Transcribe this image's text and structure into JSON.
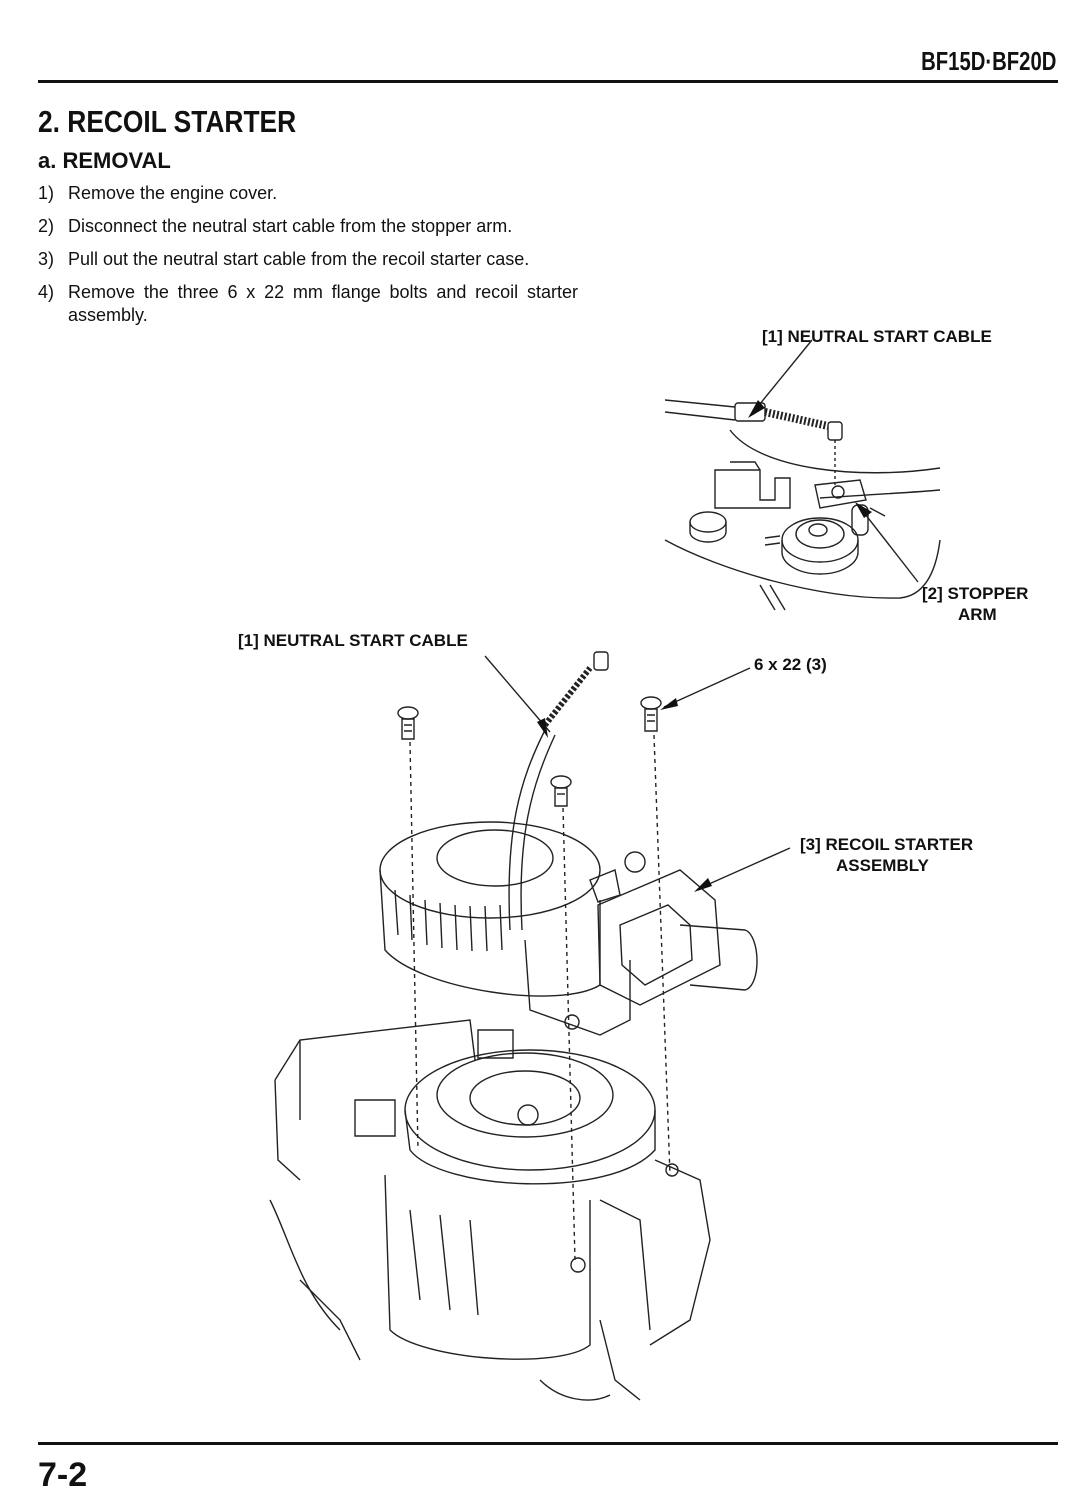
{
  "header": {
    "model": "BF15D·BF20D"
  },
  "section": {
    "title": "2. RECOIL STARTER",
    "subtitle": "a. REMOVAL"
  },
  "steps": [
    {
      "num": "1)",
      "text": "Remove the engine cover."
    },
    {
      "num": "2)",
      "text": "Disconnect the neutral start cable from the stopper arm."
    },
    {
      "num": "3)",
      "text": "Pull out the neutral start cable from the recoil starter case."
    },
    {
      "num": "4)",
      "text": "Remove the three 6 x 22 mm flange bolts and recoil starter assembly."
    }
  ],
  "callouts": {
    "neutral_cable_top": "[1]  NEUTRAL START CABLE",
    "stopper_arm_1": "[2]  STOPPER",
    "stopper_arm_2": "ARM",
    "neutral_cable_main": "[1]  NEUTRAL START CABLE",
    "bolts": "6 x 22 (3)",
    "recoil_1": "[3]  RECOIL STARTER",
    "recoil_2": "ASSEMBLY"
  },
  "footer": {
    "page": "7-2"
  }
}
